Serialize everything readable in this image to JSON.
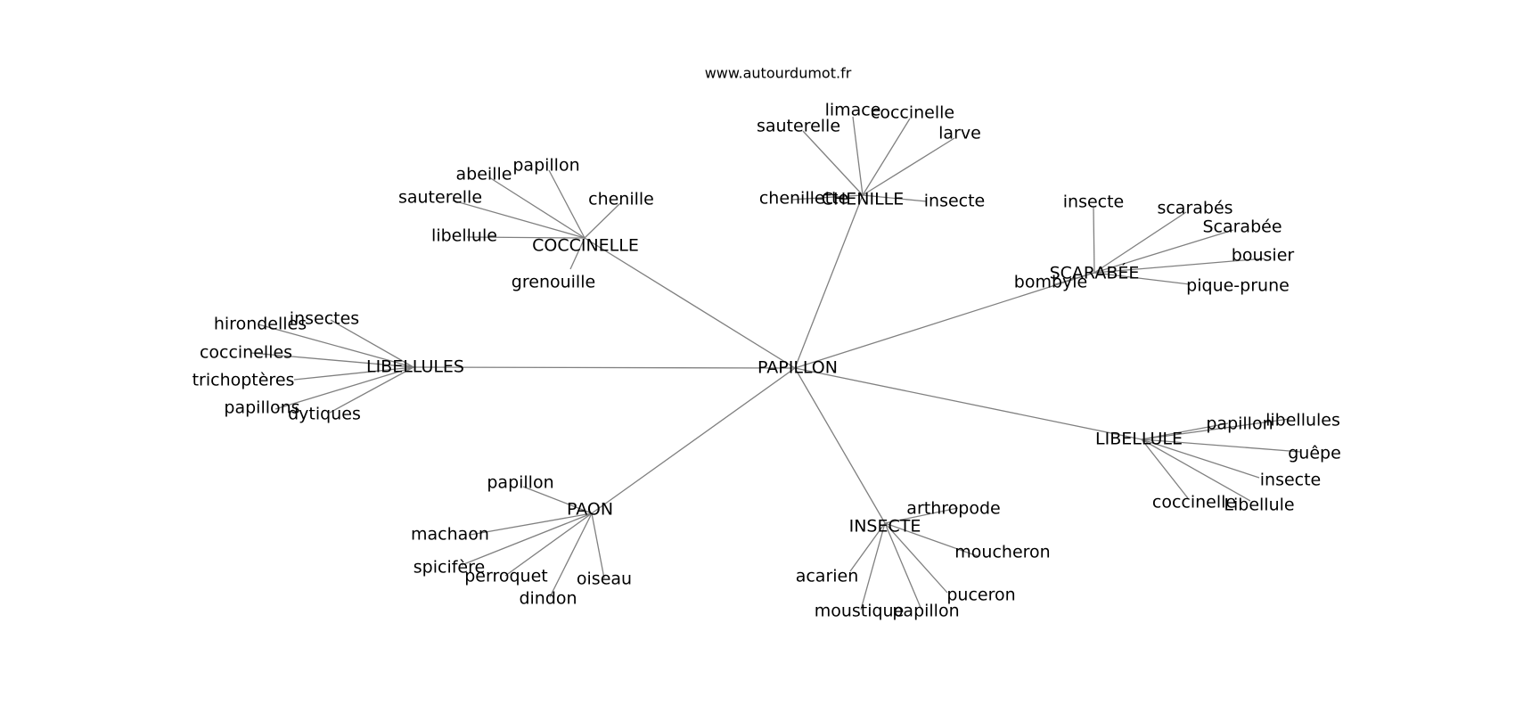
{
  "site": "www.autourdumot.fr",
  "graph": {
    "root": "PAPILLON",
    "hubs": [
      {
        "id": "coccinelle",
        "label": "COCCINELLE",
        "leaves": [
          "abeille",
          "papillon",
          "chenille",
          "sauterelle",
          "libellule",
          "grenouille"
        ]
      },
      {
        "id": "chenille",
        "label": "CHENILLE",
        "leaves": [
          "sauterelle",
          "limace",
          "coccinelle",
          "larve",
          "chenillette",
          "insecte"
        ]
      },
      {
        "id": "scarabee",
        "label": "SCARABÉE",
        "leaves": [
          "insecte",
          "scarabés",
          "Scarabée",
          "bousier",
          "bombyle",
          "pique-prune"
        ]
      },
      {
        "id": "libellules",
        "label": "LIBELLULES",
        "leaves": [
          "hirondelles",
          "insectes",
          "coccinelles",
          "trichoptères",
          "papillons",
          "dytiques"
        ]
      },
      {
        "id": "libellule",
        "label": "LIBELLULE",
        "leaves": [
          "papillon",
          "libellules",
          "guêpe",
          "insecte",
          "coccinelle",
          "Libellule"
        ]
      },
      {
        "id": "paon",
        "label": "PAON",
        "leaves": [
          "papillon",
          "machaon",
          "spicifère",
          "perroquet",
          "dindon",
          "oiseau"
        ]
      },
      {
        "id": "insecte",
        "label": "INSECTE",
        "leaves": [
          "arthropode",
          "moucheron",
          "acarien",
          "puceron",
          "moustique",
          "papillon"
        ]
      }
    ]
  }
}
